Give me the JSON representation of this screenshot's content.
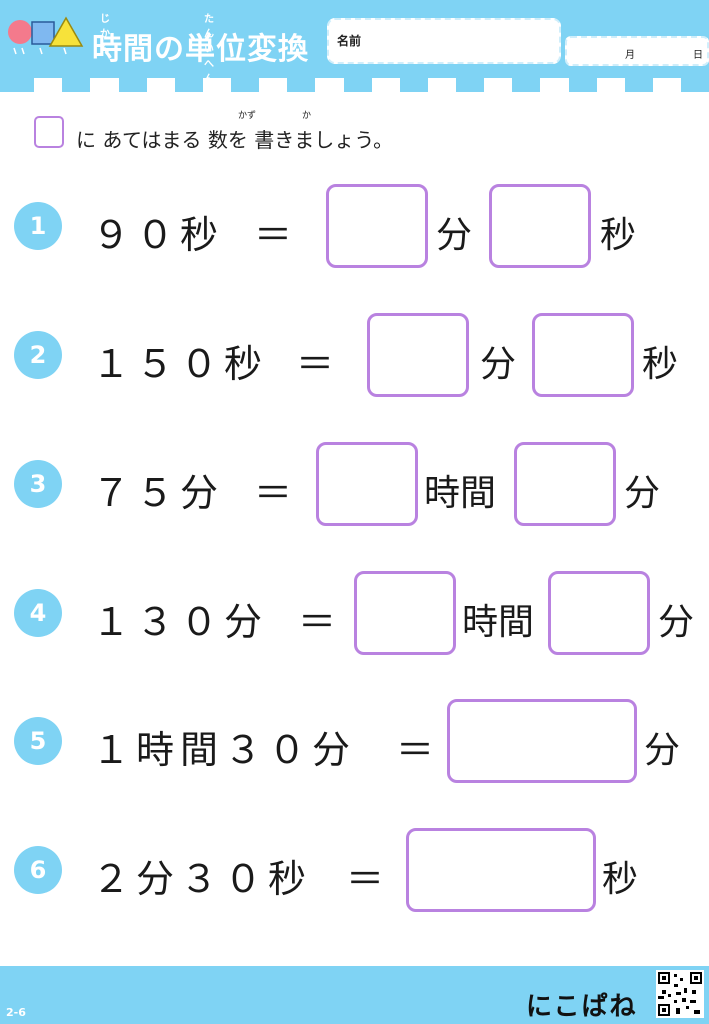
{
  "header": {
    "title": "時間の単位変換",
    "ruby_jikan": "じかん",
    "ruby_tani": "たんいへんかん",
    "name_label": "名前",
    "month_label": "月",
    "day_label": "日"
  },
  "instruction": {
    "text": "に あてはまる 数を 書きましょう。",
    "ruby_kazu": "かず",
    "ruby_ka": "か"
  },
  "problems": [
    {
      "number": "1",
      "expression": "９０秒",
      "equals": "＝",
      "unit1": "分",
      "unit2": "秒"
    },
    {
      "number": "2",
      "expression": "１５０秒",
      "equals": "＝",
      "unit1": "分",
      "unit2": "秒"
    },
    {
      "number": "3",
      "expression": "７５分",
      "equals": "＝",
      "unit1": "時間",
      "unit2": "分"
    },
    {
      "number": "4",
      "expression": "１３０分",
      "equals": "＝",
      "unit1": "時間",
      "unit2": "分"
    },
    {
      "number": "5",
      "expression": "１時間３０分",
      "equals": "＝",
      "unit1": "分"
    },
    {
      "number": "6",
      "expression": "２分３０秒",
      "equals": "＝",
      "unit1": "秒"
    }
  ],
  "footer": {
    "code": "2-6",
    "brand": "にこぱね"
  },
  "colors": {
    "header_blue": "#7fd3f4",
    "box_purple": "#b982e0"
  }
}
